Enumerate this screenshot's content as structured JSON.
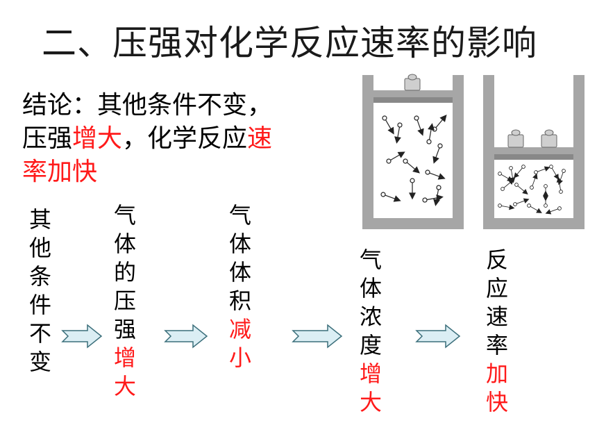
{
  "title": "二、压强对化学反应速率的影响",
  "conclusion": {
    "line1": "结论：其他条件不变，",
    "line2_a": "压强",
    "line2_b": "增大",
    "line2_c": "，化学反应",
    "line2_d": "速",
    "line3": "率加快"
  },
  "flow": {
    "step1": {
      "black": "其他条件不变",
      "red": ""
    },
    "step2": {
      "black": "气体的压强",
      "red": "增大"
    },
    "step3": {
      "black": "气体体积",
      "red": "减小"
    },
    "step4": {
      "black": "气体浓度",
      "red": "增大"
    },
    "step5": {
      "black": "反应速率",
      "red": "加快"
    }
  },
  "colors": {
    "highlight": "#ff1a1a",
    "arrow_fill": "#dbeef4",
    "arrow_stroke": "#3a6e7a",
    "container_wall": "#a6a6a6"
  }
}
